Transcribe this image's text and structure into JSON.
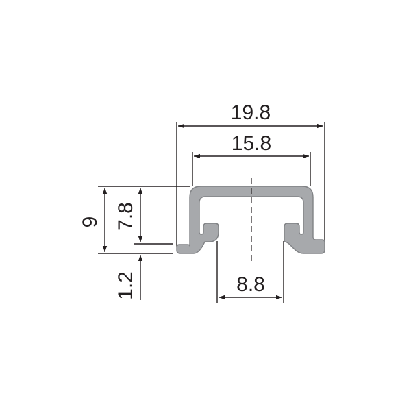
{
  "colors": {
    "profile_fill": "#a7a9ac",
    "profile_stroke": "#808285",
    "dimension_line": "#231f20",
    "background": "#ffffff"
  },
  "dimensions": {
    "overall_width": "19.8",
    "inner_width": "15.8",
    "slot_width": "8.8",
    "overall_height": "9",
    "inner_height": "7.8",
    "flange_thickness": "1.2"
  }
}
